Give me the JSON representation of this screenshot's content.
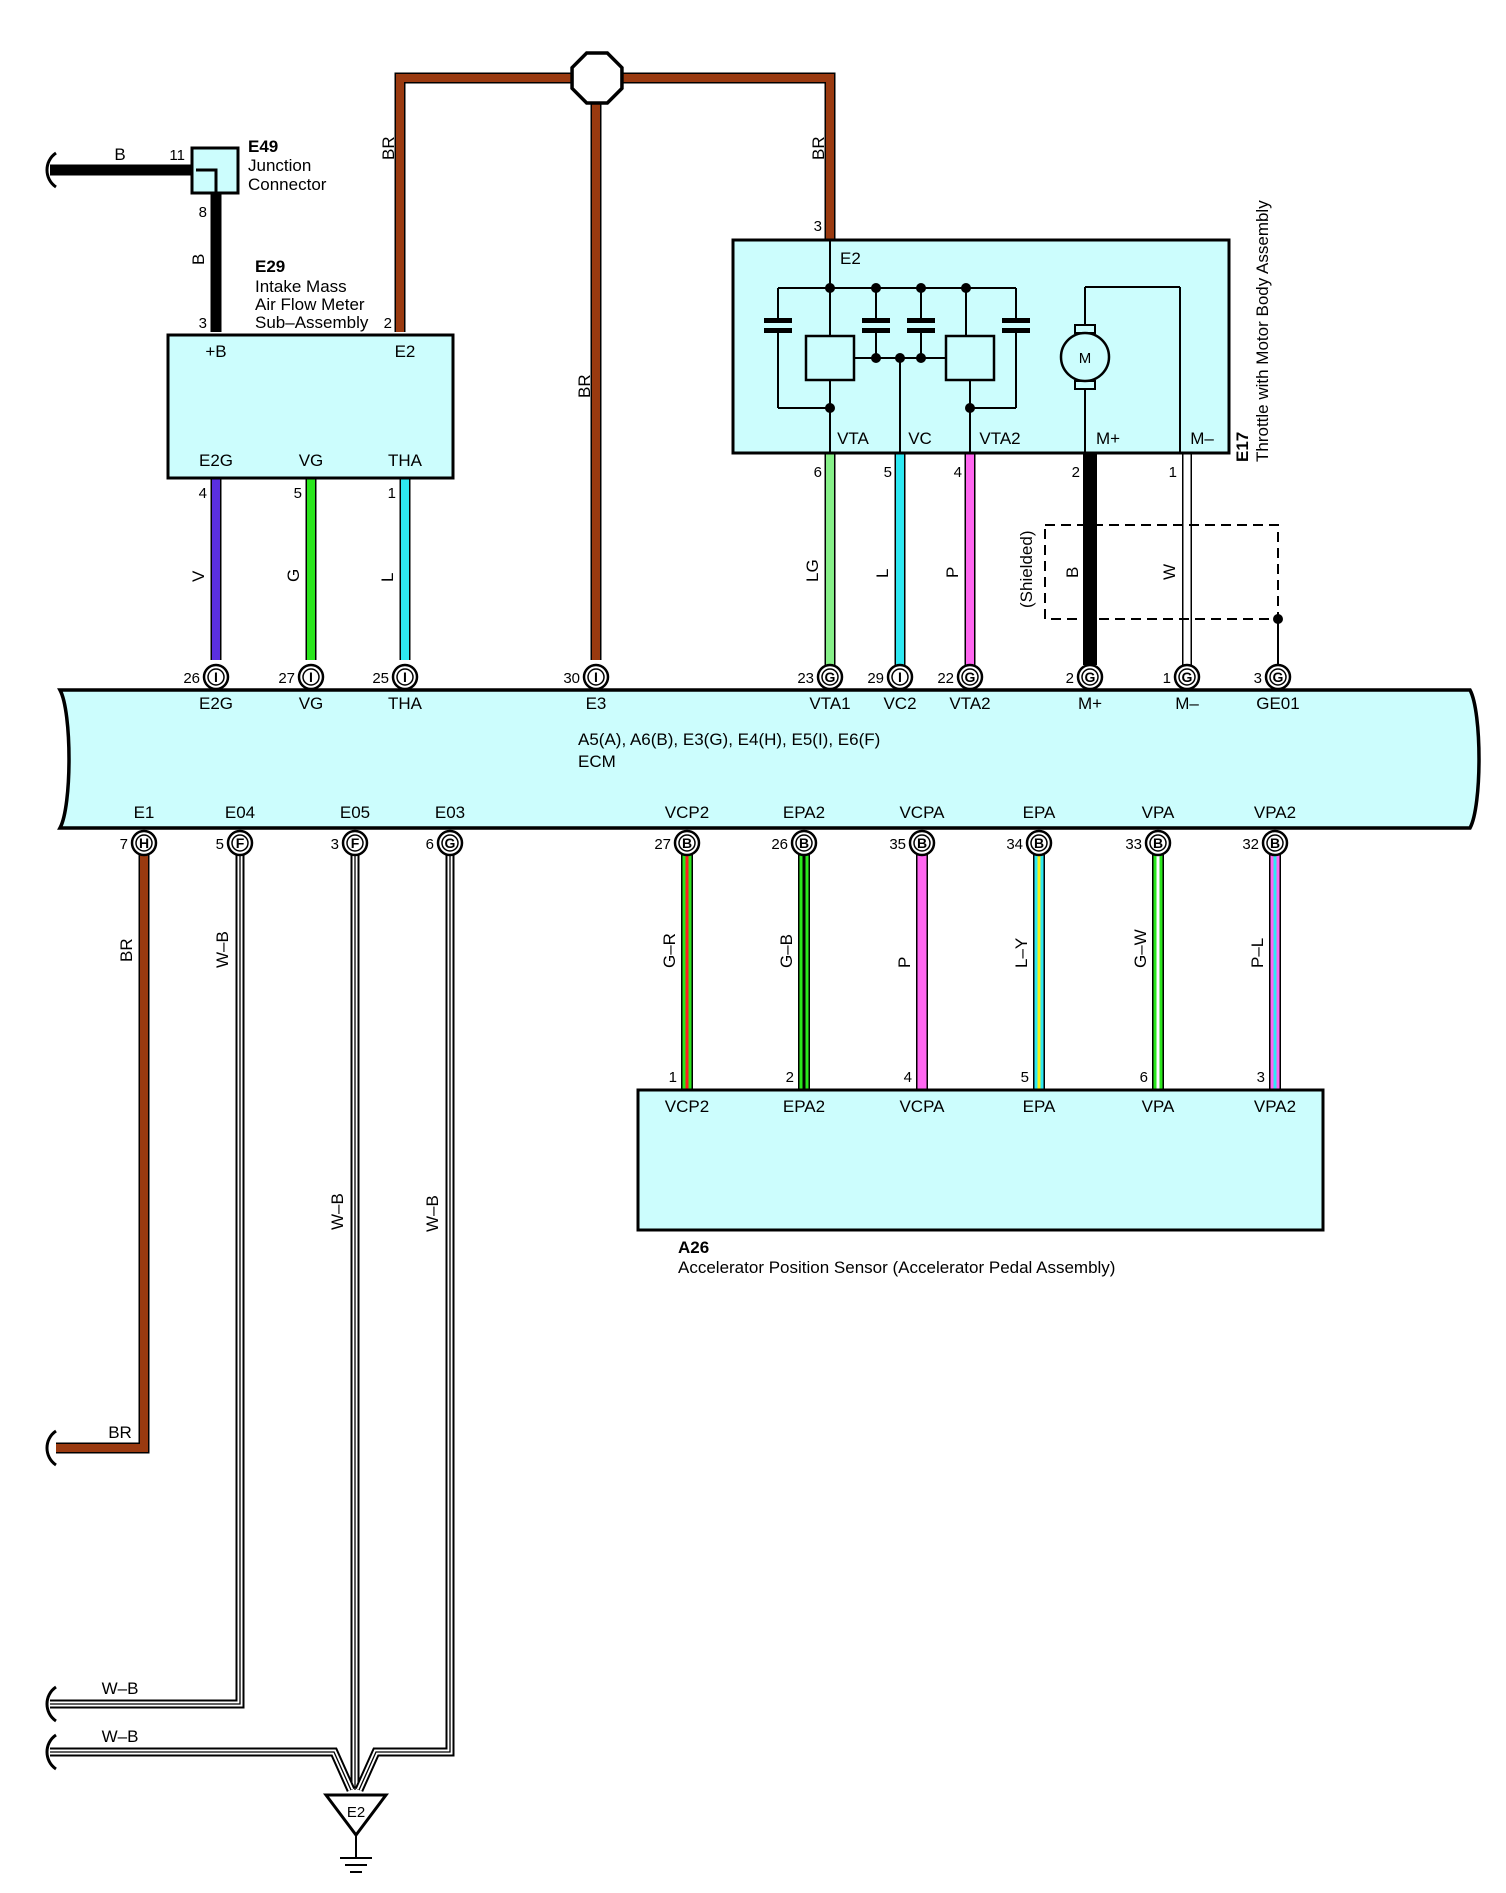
{
  "colors": {
    "BR": "#9a3a10",
    "B": "#000000",
    "V": "#5a2fe0",
    "G": "#2ae61c",
    "L": "#2ee8f2",
    "LG": "#86f088",
    "P": "#ff66f0",
    "W": "#ffffff",
    "R": "#ff2020",
    "Y": "#f2f21c",
    "component_fill": "#ccfdfd"
  },
  "components": {
    "e49": {
      "code": "E49",
      "name_lines": [
        "Junction",
        "Connector"
      ]
    },
    "e29": {
      "code": "E29",
      "name_lines": [
        "Intake Mass",
        "Air Flow Meter",
        "Sub–Assembly"
      ],
      "terminals": [
        "+B",
        "E2",
        "E2G",
        "VG",
        "THA"
      ]
    },
    "e17": {
      "code": "E17",
      "name": "Throttle with Motor Body Assembly",
      "terminals": [
        "E2",
        "VTA",
        "VC",
        "VTA2",
        "M+",
        "M–"
      ],
      "motor": "M",
      "shielded": "(Shielded)"
    },
    "ecm": {
      "connectors": "A5(A), A6(B), E3(G), E4(H), E5(I), E6(F)",
      "name": "ECM"
    },
    "a26": {
      "code": "A26",
      "name": "Accelerator Position Sensor (Accelerator Pedal Assembly)",
      "terminals": [
        "VCP2",
        "EPA2",
        "VCPA",
        "EPA",
        "VPA",
        "VPA2"
      ]
    },
    "ground": {
      "label": "E2"
    }
  },
  "wires": [
    {
      "id": "w-b-e49",
      "color": "B",
      "pin": "11"
    },
    {
      "id": "w-e49-e29",
      "color": "B",
      "pins": [
        "8",
        "3"
      ]
    },
    {
      "id": "w-e29-e2",
      "color": "BR",
      "pin": "2"
    },
    {
      "id": "w-e3",
      "color": "BR"
    },
    {
      "id": "w-e17-e2",
      "color": "BR",
      "pin": "3"
    },
    {
      "id": "w-e2g",
      "color": "V",
      "pins": [
        "4",
        "26"
      ],
      "conn": "I",
      "ecm_terminal": "E2G"
    },
    {
      "id": "w-vg",
      "color": "G",
      "pins": [
        "5",
        "27"
      ],
      "conn": "I",
      "ecm_terminal": "VG"
    },
    {
      "id": "w-tha",
      "color": "L",
      "pins": [
        "1",
        "25"
      ],
      "conn": "I",
      "ecm_terminal": "THA"
    },
    {
      "id": "w-e3-ecm",
      "color": "BR",
      "pins": [
        "30"
      ],
      "conn": "I",
      "ecm_terminal": "E3"
    },
    {
      "id": "w-vta1",
      "color": "LG",
      "pins": [
        "6",
        "23"
      ],
      "conn": "G",
      "ecm_terminal": "VTA1"
    },
    {
      "id": "w-vc2",
      "color": "L",
      "pins": [
        "5",
        "29"
      ],
      "conn": "I",
      "ecm_terminal": "VC2"
    },
    {
      "id": "w-vta2",
      "color": "P",
      "pins": [
        "4",
        "22"
      ],
      "conn": "G",
      "ecm_terminal": "VTA2"
    },
    {
      "id": "w-mplus",
      "color": "B",
      "pins": [
        "2",
        "2"
      ],
      "conn": "G",
      "ecm_terminal": "M+"
    },
    {
      "id": "w-mminus",
      "color": "W",
      "pins": [
        "1",
        "1"
      ],
      "conn": "G",
      "ecm_terminal": "M–"
    },
    {
      "id": "w-ge01",
      "pins": [
        "3"
      ],
      "conn": "G",
      "ecm_terminal": "GE01"
    },
    {
      "id": "w-e1",
      "color": "BR",
      "pins": [
        "7"
      ],
      "conn": "H",
      "ecm_terminal": "E1",
      "end_label": "BR"
    },
    {
      "id": "w-e04",
      "color": "W–B",
      "pins": [
        "5"
      ],
      "conn": "F",
      "ecm_terminal": "E04",
      "end_label": "W–B"
    },
    {
      "id": "w-e05",
      "color": "W–B",
      "pins": [
        "3"
      ],
      "conn": "F",
      "ecm_terminal": "E05"
    },
    {
      "id": "w-e03",
      "color": "W–B",
      "pins": [
        "6"
      ],
      "conn": "G",
      "ecm_terminal": "E03",
      "end_label": "W–B"
    },
    {
      "id": "w-vcp2",
      "color": "G–R",
      "pins": [
        "27",
        "1"
      ],
      "conn": "B",
      "ecm_terminal": "VCP2"
    },
    {
      "id": "w-epa2",
      "color": "G–B",
      "pins": [
        "26",
        "2"
      ],
      "conn": "B",
      "ecm_terminal": "EPA2"
    },
    {
      "id": "w-vcpa",
      "color": "P",
      "pins": [
        "35",
        "4"
      ],
      "conn": "B",
      "ecm_terminal": "VCPA"
    },
    {
      "id": "w-epa",
      "color": "L–Y",
      "pins": [
        "34",
        "5"
      ],
      "conn": "B",
      "ecm_terminal": "EPA"
    },
    {
      "id": "w-vpa",
      "color": "G–W",
      "pins": [
        "33",
        "6"
      ],
      "conn": "B",
      "ecm_terminal": "VPA"
    },
    {
      "id": "w-vpa2",
      "color": "P–L",
      "pins": [
        "32",
        "3"
      ],
      "conn": "B",
      "ecm_terminal": "VPA2"
    }
  ]
}
